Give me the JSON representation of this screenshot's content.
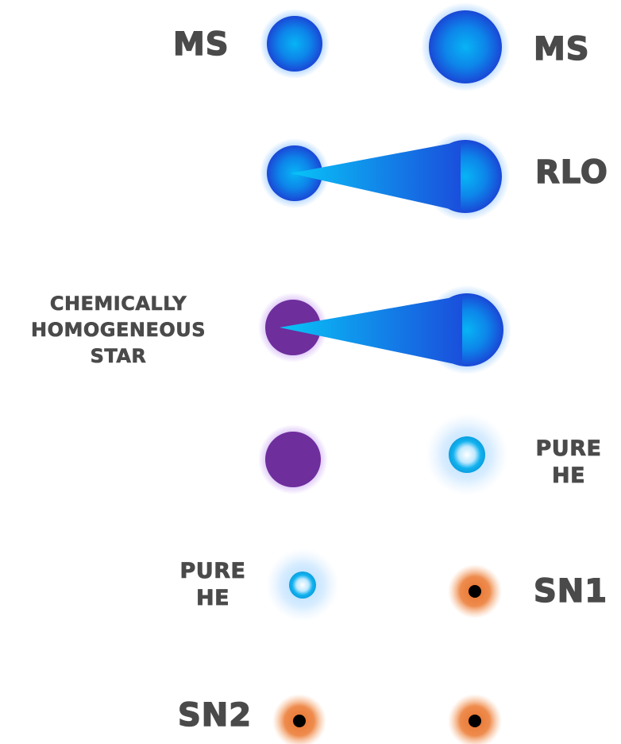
{
  "labels": {
    "row1_left": "MS",
    "row1_right": "MS",
    "row2_right": "RLO",
    "row3_left": [
      "CHEMICALLY",
      "HOMOGENEOUS",
      "STAR"
    ],
    "row4_right": [
      "PURE",
      "HE"
    ],
    "row5_left": [
      "PURE",
      "HE"
    ],
    "row5_right": "SN1",
    "row6_left": "SN2"
  },
  "colors": {
    "label": "#4a4a4a",
    "ms_star": "#1a6be0",
    "ms_star_core": "#07aaf0",
    "che_star": "#6b2c9a",
    "he_star": "#0aa8e6",
    "sn_glow": "#e8722e",
    "sn_core": "#000000"
  }
}
